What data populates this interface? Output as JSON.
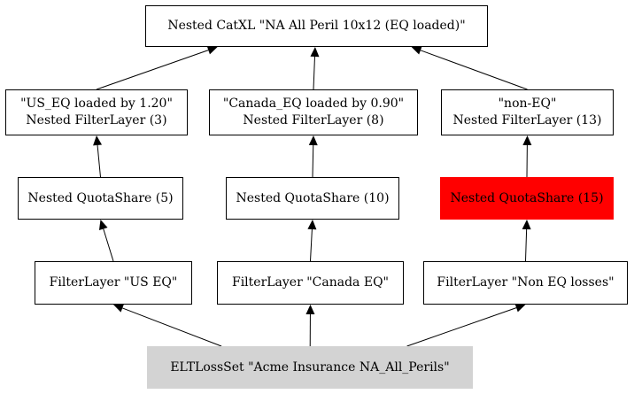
{
  "nodes": {
    "catxl": {
      "lines": [
        "Nested CatXL \"NA All Peril 10x12 (EQ loaded)\""
      ]
    },
    "us_filter_nested": {
      "lines": [
        "\"US_EQ loaded by 1.20\"",
        "Nested FilterLayer (3)"
      ]
    },
    "canada_filter_nested": {
      "lines": [
        "\"Canada_EQ loaded by 0.90\"",
        "Nested FilterLayer (8)"
      ]
    },
    "noneq_filter_nested": {
      "lines": [
        "\"non-EQ\"",
        "Nested FilterLayer (13)"
      ]
    },
    "us_quota": {
      "lines": [
        "Nested QuotaShare (5)"
      ]
    },
    "canada_quota": {
      "lines": [
        "Nested QuotaShare (10)"
      ]
    },
    "noneq_quota": {
      "lines": [
        "Nested QuotaShare (15)"
      ]
    },
    "us_filter": {
      "lines": [
        "FilterLayer \"US EQ\""
      ]
    },
    "canada_filter": {
      "lines": [
        "FilterLayer \"Canada EQ\""
      ]
    },
    "noneq_filter": {
      "lines": [
        "FilterLayer \"Non EQ losses\""
      ]
    },
    "losset": {
      "lines": [
        "ELTLossSet \"Acme Insurance NA_All_Perils\""
      ]
    }
  },
  "edges": [
    {
      "from": "losset",
      "to": "us_filter"
    },
    {
      "from": "losset",
      "to": "canada_filter"
    },
    {
      "from": "losset",
      "to": "noneq_filter"
    },
    {
      "from": "us_filter",
      "to": "us_quota"
    },
    {
      "from": "canada_filter",
      "to": "canada_quota"
    },
    {
      "from": "noneq_filter",
      "to": "noneq_quota"
    },
    {
      "from": "us_quota",
      "to": "us_filter_nested"
    },
    {
      "from": "canada_quota",
      "to": "canada_filter_nested"
    },
    {
      "from": "noneq_quota",
      "to": "noneq_filter_nested"
    },
    {
      "from": "us_filter_nested",
      "to": "catxl"
    },
    {
      "from": "canada_filter_nested",
      "to": "catxl"
    },
    {
      "from": "noneq_filter_nested",
      "to": "catxl"
    }
  ],
  "colors": {
    "highlight_fill": "#ff0000",
    "source_fill": "#d3d3d3",
    "stroke": "#000000"
  }
}
